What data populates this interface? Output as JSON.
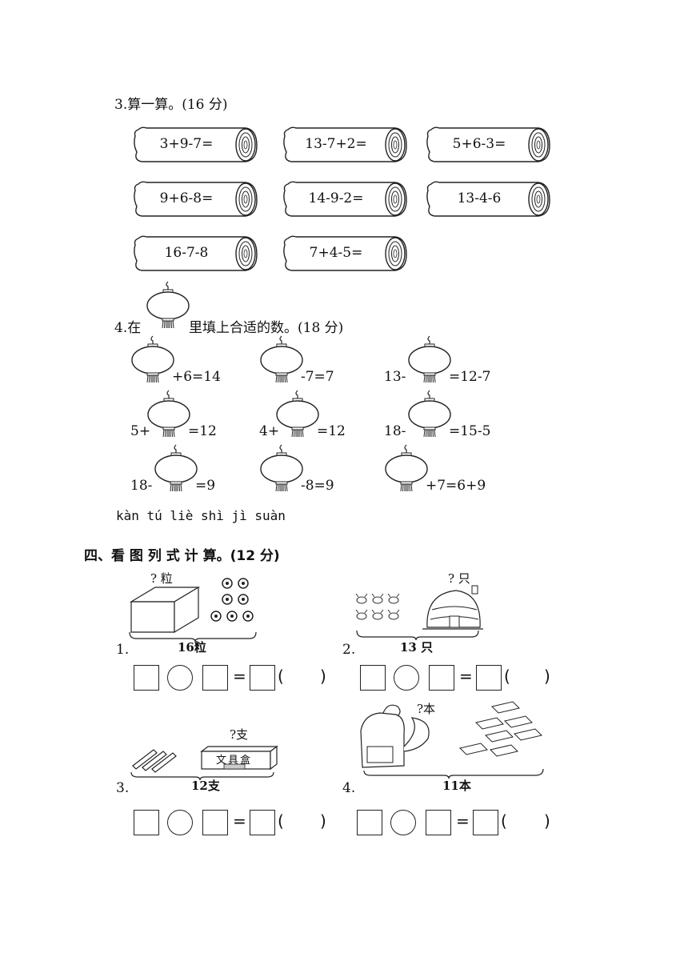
{
  "section3": {
    "title": "3.算一算。(16 分)",
    "logs": [
      "3+9-7=",
      "13-7+2=",
      "5+6-3=",
      "9+6-8=",
      "14-9-2=",
      "13-4-6",
      "16-7-8",
      "7+4-5="
    ]
  },
  "section4": {
    "title_prefix": "4.在",
    "title_suffix": "里填上合适的数。(18 分)",
    "rows": [
      [
        {
          "before": "",
          "after": "+6=14"
        },
        {
          "before": "",
          "after": "-7=7"
        },
        {
          "before": "13-",
          "after": "=12-7"
        }
      ],
      [
        {
          "before": "5+",
          "after": "=12"
        },
        {
          "before": "4+",
          "after": "=12"
        },
        {
          "before": "18-",
          "after": "=15-5"
        }
      ],
      [
        {
          "before": "18-",
          "after": "=9"
        },
        {
          "before": "",
          "after": "-8=9"
        },
        {
          "before": "",
          "after": "+7=6+9"
        }
      ]
    ]
  },
  "section_four": {
    "pinyin": "kàn tú liè shì jì suàn",
    "title": "四、看  图  列 式  计  算。(12 分)",
    "problems": [
      {
        "num": "1.",
        "question": "? 粒",
        "total": "16粒"
      },
      {
        "num": "2.",
        "question": "? 只",
        "total": "13 只"
      },
      {
        "num": "3.",
        "question": "?支",
        "total": "12支",
        "box_label": "文具盒"
      },
      {
        "num": "4.",
        "question": "?本",
        "total": "11本"
      }
    ],
    "equals": "=",
    "paren_open": "(",
    "paren_close": ")"
  }
}
